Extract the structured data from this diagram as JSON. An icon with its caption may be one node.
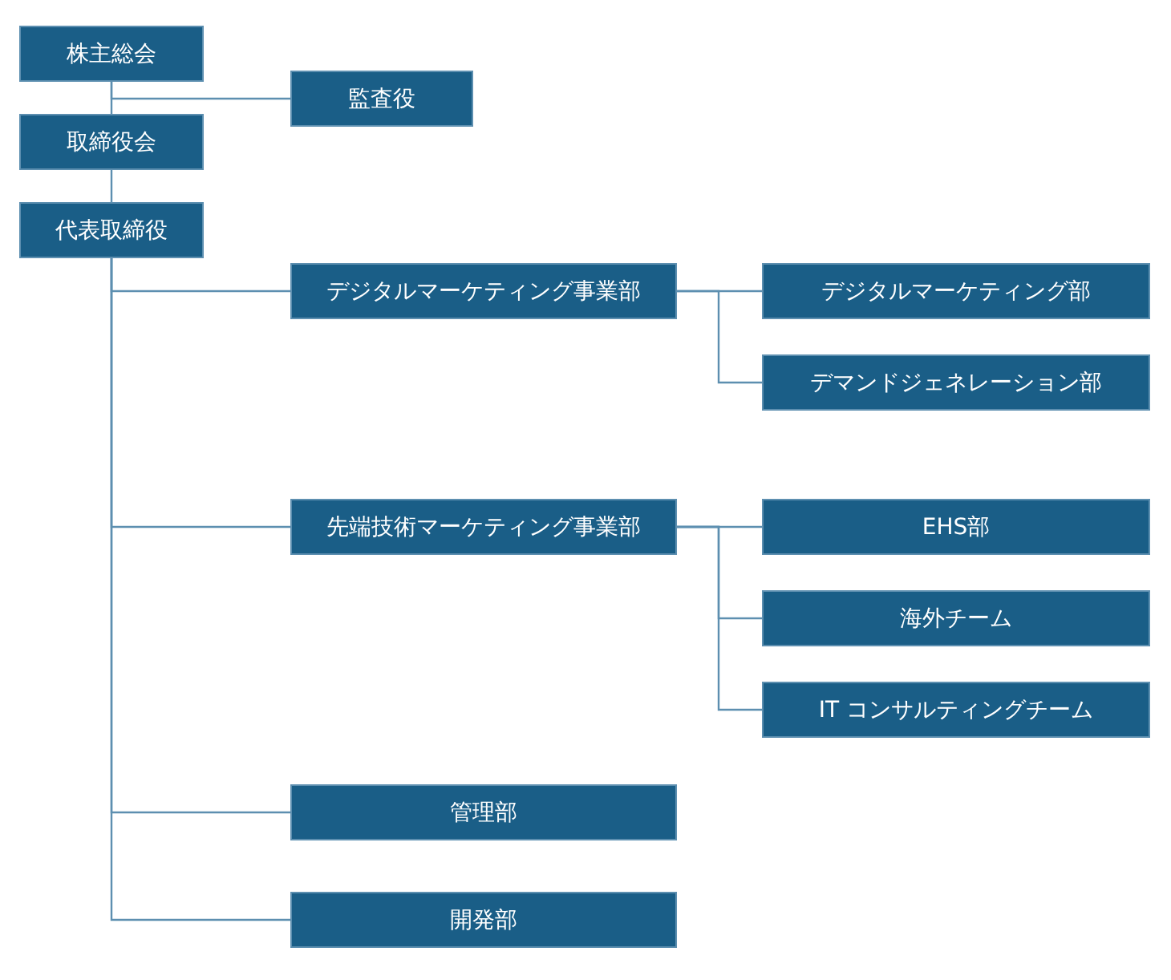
{
  "diagram": {
    "nodes": [
      {
        "text": [
          "株主総会"
        ]
      },
      {
        "text": [
          "監査役"
        ]
      },
      {
        "text": [
          "取締役会"
        ]
      },
      {
        "text": [
          "代表取締役"
        ]
      },
      {
        "text": [
          "デジタルマーケティング事業部"
        ]
      },
      {
        "text": [
          "デジタルマーケティング部"
        ]
      },
      {
        "text": [
          "デマンドジェネレーション部"
        ]
      },
      {
        "text": [
          "先端技術マーケティング事業部"
        ]
      },
      {
        "text": [
          "EHS部"
        ]
      },
      {
        "text": [
          "海外チーム"
        ]
      },
      {
        "text": [
          "IT コンサルティングチーム"
        ]
      },
      {
        "text": [
          "管理部"
        ]
      },
      {
        "text": [
          "開発部"
        ]
      }
    ],
    "edges": [
      {
        "from": 0,
        "to": 1,
        "arrow": "none"
      },
      {
        "from": 0,
        "to": 2,
        "arrow": "none"
      },
      {
        "from": 2,
        "to": 3,
        "arrow": "none"
      },
      {
        "from": 3,
        "to": 4,
        "arrow": "none"
      },
      {
        "from": 4,
        "to": 5,
        "arrow": "none"
      },
      {
        "from": 4,
        "to": 6,
        "arrow": "none"
      },
      {
        "from": 3,
        "to": 7,
        "arrow": "none"
      },
      {
        "from": 7,
        "to": 8,
        "arrow": "none"
      },
      {
        "from": 7,
        "to": 9,
        "arrow": "none"
      },
      {
        "from": 7,
        "to": 10,
        "arrow": "none"
      },
      {
        "from": 3,
        "to": 11,
        "arrow": "none"
      },
      {
        "from": 3,
        "to": 12,
        "arrow": "none"
      }
    ]
  }
}
